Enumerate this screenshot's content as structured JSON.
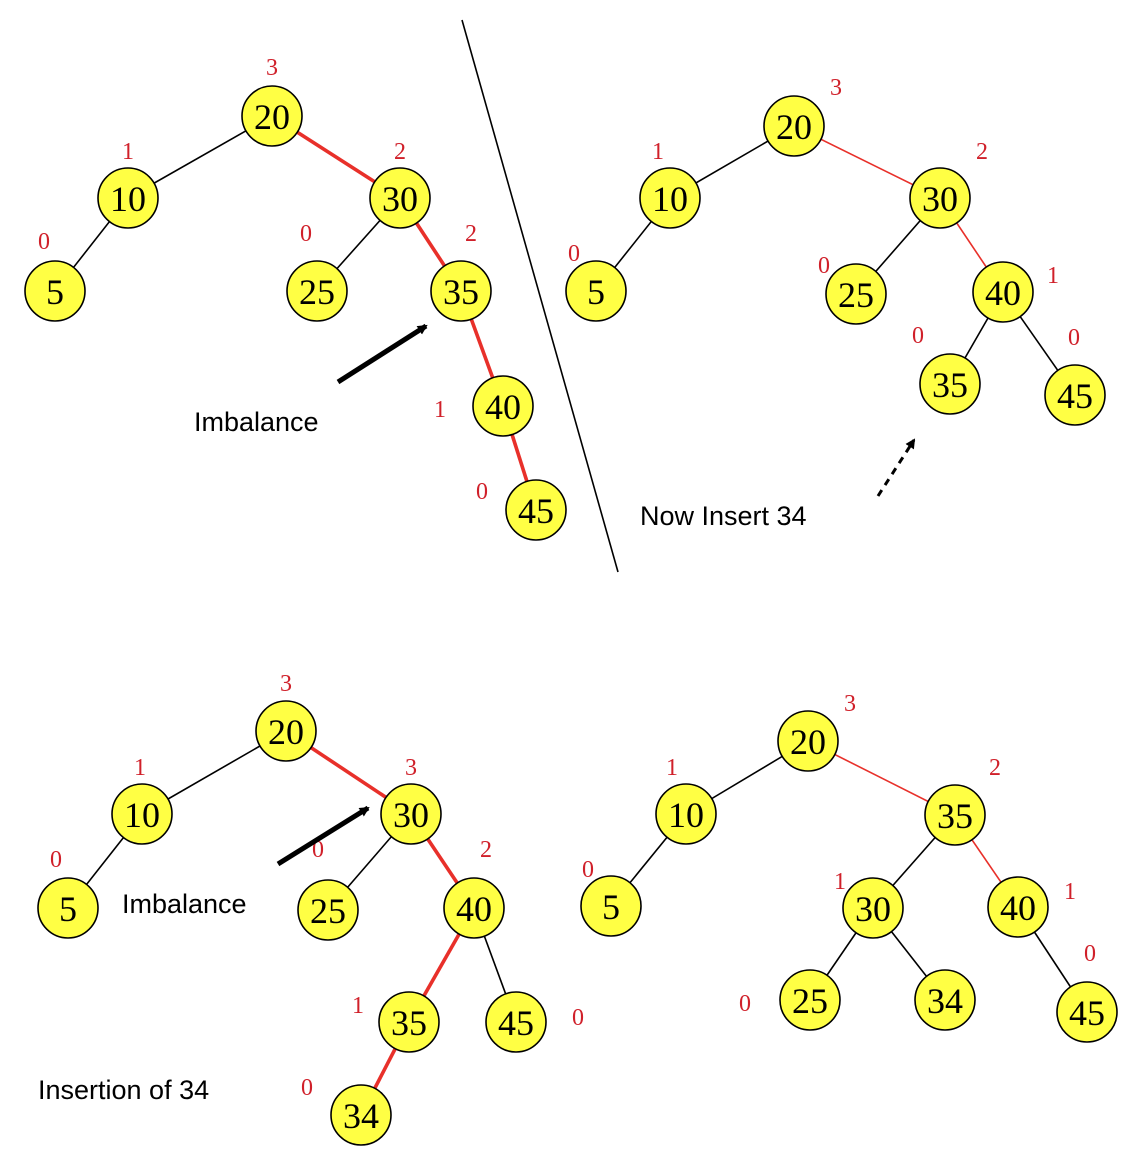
{
  "colors": {
    "node_fill": "#ffff44",
    "height_label": "#d0202a",
    "highlight_edge": "#e8302a",
    "edge": "#000000"
  },
  "panels": [
    {
      "id": "top-left",
      "nodes": [
        {
          "id": "n20",
          "value": "20",
          "height": "3"
        },
        {
          "id": "n10",
          "value": "10",
          "height": "1"
        },
        {
          "id": "n30",
          "value": "30",
          "height": "2"
        },
        {
          "id": "n5",
          "value": "5",
          "height": "0"
        },
        {
          "id": "n25",
          "value": "25",
          "height": "0"
        },
        {
          "id": "n35",
          "value": "35",
          "height": "2"
        },
        {
          "id": "n40",
          "value": "40",
          "height": "1"
        },
        {
          "id": "n45",
          "value": "45",
          "height": "0"
        }
      ],
      "edges": [
        {
          "from": "n20",
          "to": "n10",
          "highlight": "none"
        },
        {
          "from": "n20",
          "to": "n30",
          "highlight": "thick"
        },
        {
          "from": "n10",
          "to": "n5",
          "highlight": "none"
        },
        {
          "from": "n30",
          "to": "n25",
          "highlight": "none"
        },
        {
          "from": "n30",
          "to": "n35",
          "highlight": "thick"
        },
        {
          "from": "n35",
          "to": "n40",
          "highlight": "thick"
        },
        {
          "from": "n40",
          "to": "n45",
          "highlight": "thick"
        }
      ]
    },
    {
      "id": "top-right",
      "nodes": [
        {
          "id": "n20",
          "value": "20",
          "height": "3"
        },
        {
          "id": "n10",
          "value": "10",
          "height": "1"
        },
        {
          "id": "n30",
          "value": "30",
          "height": "2"
        },
        {
          "id": "n5",
          "value": "5",
          "height": "0"
        },
        {
          "id": "n25",
          "value": "25",
          "height": "0"
        },
        {
          "id": "n40",
          "value": "40",
          "height": "1"
        },
        {
          "id": "n35",
          "value": "35",
          "height": "0"
        },
        {
          "id": "n45",
          "value": "45",
          "height": "0"
        }
      ],
      "edges": [
        {
          "from": "n20",
          "to": "n10",
          "highlight": "none"
        },
        {
          "from": "n20",
          "to": "n30",
          "highlight": "thin"
        },
        {
          "from": "n10",
          "to": "n5",
          "highlight": "none"
        },
        {
          "from": "n30",
          "to": "n25",
          "highlight": "none"
        },
        {
          "from": "n30",
          "to": "n40",
          "highlight": "thin"
        },
        {
          "from": "n40",
          "to": "n35",
          "highlight": "none"
        },
        {
          "from": "n40",
          "to": "n45",
          "highlight": "none"
        }
      ]
    },
    {
      "id": "bottom-left",
      "nodes": [
        {
          "id": "n20",
          "value": "20",
          "height": "3"
        },
        {
          "id": "n10",
          "value": "10",
          "height": "1"
        },
        {
          "id": "n30",
          "value": "30",
          "height": "3"
        },
        {
          "id": "n5",
          "value": "5",
          "height": "0"
        },
        {
          "id": "n25",
          "value": "25",
          "height": "0"
        },
        {
          "id": "n40",
          "value": "40",
          "height": "2"
        },
        {
          "id": "n35",
          "value": "35",
          "height": "1"
        },
        {
          "id": "n45",
          "value": "45",
          "height": "0"
        },
        {
          "id": "n34",
          "value": "34",
          "height": "0"
        }
      ],
      "edges": [
        {
          "from": "n20",
          "to": "n10",
          "highlight": "none"
        },
        {
          "from": "n20",
          "to": "n30",
          "highlight": "thick"
        },
        {
          "from": "n10",
          "to": "n5",
          "highlight": "none"
        },
        {
          "from": "n30",
          "to": "n25",
          "highlight": "none"
        },
        {
          "from": "n30",
          "to": "n40",
          "highlight": "thick"
        },
        {
          "from": "n40",
          "to": "n35",
          "highlight": "thick"
        },
        {
          "from": "n40",
          "to": "n45",
          "highlight": "none"
        },
        {
          "from": "n35",
          "to": "n34",
          "highlight": "thick"
        }
      ]
    },
    {
      "id": "bottom-right",
      "nodes": [
        {
          "id": "n20",
          "value": "20",
          "height": "3"
        },
        {
          "id": "n10",
          "value": "10",
          "height": "1"
        },
        {
          "id": "n35",
          "value": "35",
          "height": "2"
        },
        {
          "id": "n5",
          "value": "5",
          "height": "0"
        },
        {
          "id": "n30",
          "value": "30",
          "height": "1"
        },
        {
          "id": "n40",
          "value": "40",
          "height": "1"
        },
        {
          "id": "n25",
          "value": "25",
          "height": "0"
        },
        {
          "id": "n34",
          "value": "34",
          "height": ""
        },
        {
          "id": "n45",
          "value": "45",
          "height": "0"
        }
      ],
      "edges": [
        {
          "from": "n20",
          "to": "n10",
          "highlight": "none"
        },
        {
          "from": "n20",
          "to": "n35",
          "highlight": "thin"
        },
        {
          "from": "n10",
          "to": "n5",
          "highlight": "none"
        },
        {
          "from": "n35",
          "to": "n30",
          "highlight": "none"
        },
        {
          "from": "n35",
          "to": "n40",
          "highlight": "thin"
        },
        {
          "from": "n30",
          "to": "n25",
          "highlight": "none"
        },
        {
          "from": "n30",
          "to": "n34",
          "highlight": "none"
        },
        {
          "from": "n40",
          "to": "n45",
          "highlight": "none"
        }
      ]
    }
  ],
  "captions": {
    "imbalance_top": "Imbalance",
    "now_insert": "Now Insert 34",
    "imbalance_bottom": "Imbalance",
    "insertion_of": "Insertion of  34"
  }
}
